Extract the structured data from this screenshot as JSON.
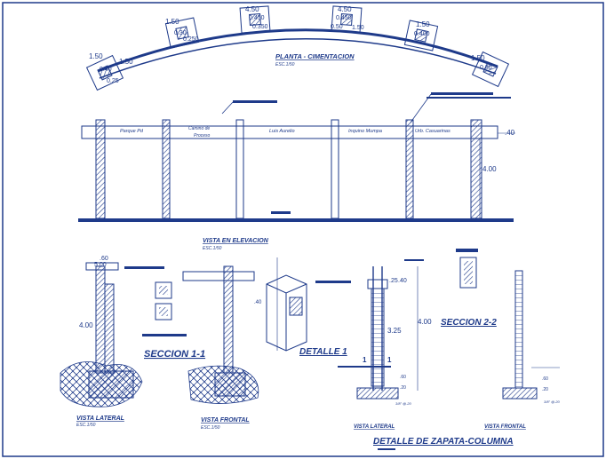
{
  "colors": {
    "ink": "#1e3a8a",
    "dark": "#0d1b5e",
    "paper": "#ffffff"
  },
  "plan": {
    "title": "PLANTA - CIMENTACION",
    "scale": "ESC.1/50",
    "dims": {
      "d150": "1.50",
      "d040": "0.40",
      "d050": "0.50",
      "d025": "0.25",
      "d030": "0.30",
      "d450": "4.50",
      "d0450": "0.450",
      "d0350": "0.350",
      "d0250": "0.250",
      "d0400": "0.400",
      "d150s": "1.50"
    }
  },
  "elevation": {
    "labels": [
      "Parque Pd",
      "Camino de\nProceso",
      "Luis Aurelio",
      "Inquino Mumpa",
      "Urb. Casuarinas"
    ],
    "dim_top": ".40",
    "dim_height": "4.00"
  },
  "details": {
    "vista_elevacion": "VISTA EN ELEVACION",
    "vista_elevacion_scale": "ESC.1/50",
    "dim_60": ".60",
    "dim_500": "5.00",
    "dim_400": "4.00",
    "dim_40": ".40",
    "seccion_1": "SECCION 1-1",
    "detalle_1": "DETALLE 1",
    "vista_lateral": "VISTA LATERAL",
    "vista_lateral_scale": "ESC.1/50",
    "vista_frontal": "VISTA FRONTAL",
    "vista_frontal_scale": "ESC.1/50",
    "col_dim_25": ".25",
    "col_dim_40": ".40",
    "col_dim_400": "4.00",
    "col_dim_325": "3.25",
    "col_mark_1": "1",
    "seccion_2": "SECCION 2-2",
    "vista_lateral_2": "VISTA LATERAL",
    "vista_frontal_2": "VISTA FRONTAL",
    "footing_dim_60": ".60",
    "footing_dim_20": ".20",
    "footing_dim_60b": ".60",
    "footing_dim_20b": ".20",
    "rebar": "3/8\" @.20",
    "footer_title": "DETALLE DE ZAPATA-COLUMNA"
  }
}
